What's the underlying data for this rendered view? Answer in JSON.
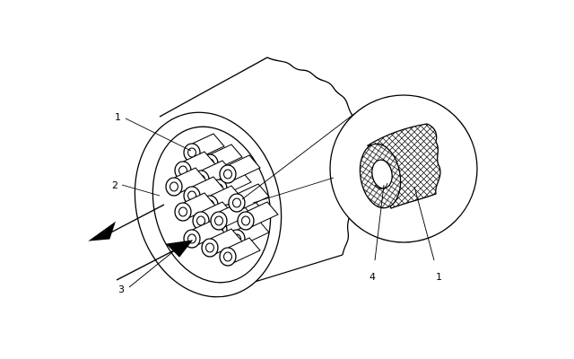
{
  "labels": {
    "tube_main": "1",
    "shell": "2",
    "flow": "3",
    "detail_inner": "4",
    "detail_tube": "1"
  },
  "colors": {
    "line": "#000000",
    "background": "#ffffff"
  }
}
